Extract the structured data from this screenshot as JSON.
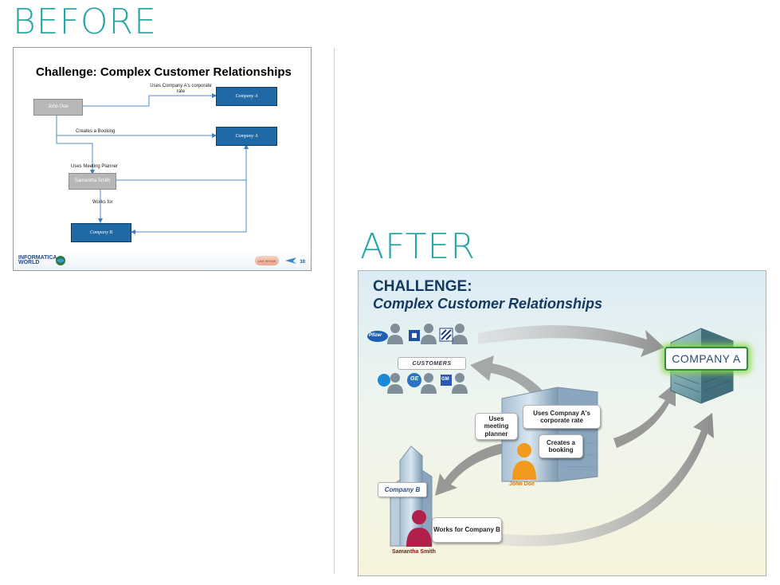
{
  "headings": {
    "before": "BEFORE",
    "after": "AFTER"
  },
  "before_slide": {
    "title": "Challenge:  Complex Customer Relationships",
    "person_john": "John Doe",
    "person_samantha": "Samantha Smith",
    "company_a_1": "Company A",
    "company_a_2": "Company A",
    "company_b": "Company B",
    "label_corporate_rate": "Uses Company A's corporate rate",
    "label_booking": "Creates a Booking",
    "label_meeting_planner": "Uses Meeting Planner",
    "label_works_for": "Works for",
    "footer_logo": "INFORMATICA WORLD",
    "footer_vegas": "LAS VEGAS",
    "page_number": "10"
  },
  "after_slide": {
    "title_line1": "CHALLENGE:",
    "title_line2": "Complex Customer Relationships",
    "customers_label": "CUSTOMERS",
    "company_a_label": "COMPANY A",
    "company_b_label": "Company B",
    "callout_meeting_planner": "Uses meeting planner",
    "callout_corporate_rate": "Uses Compnay A's corporate rate",
    "callout_booking": "Creates a booking",
    "callout_works_for": "Works for Company B",
    "john_name": "John Doe",
    "samantha_name": "Samantha Smith",
    "logo_pfizer": "Pfizer",
    "logo_ge": "GE",
    "logo_gm": "GM"
  },
  "colors": {
    "heading_teal": "#2aa6a6",
    "slide_blue": "#1f6aa6",
    "title_navy": "#14395e",
    "john_orange": "#f19a1d",
    "samantha_crimson": "#b0204a",
    "glow_green": "#8fd84a"
  }
}
